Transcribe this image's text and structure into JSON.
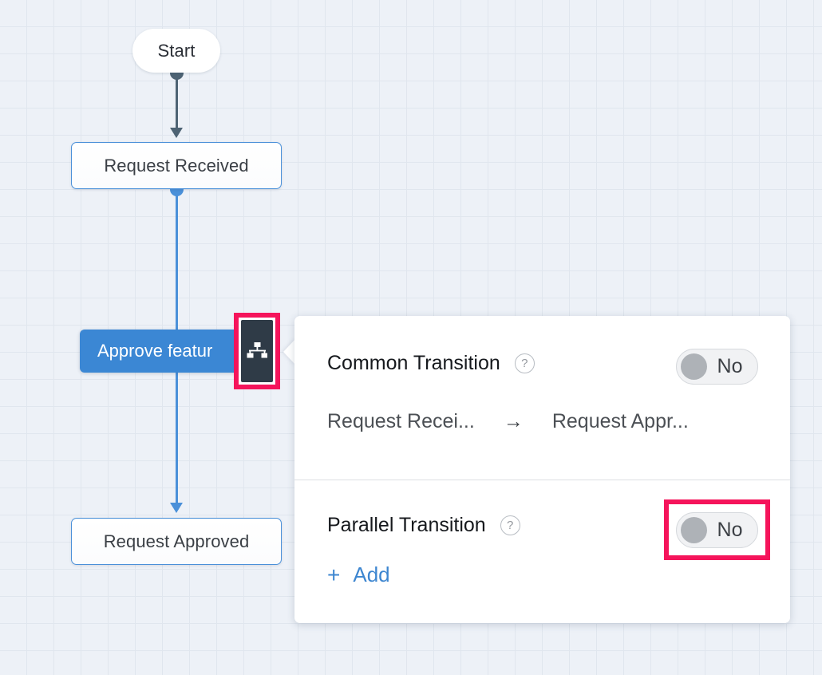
{
  "canvas": {
    "background_color": "#edf1f7",
    "grid_line_color": "#e0e6ee"
  },
  "flow": {
    "nodes": [
      {
        "id": "start",
        "label": "Start",
        "type": "start-pill",
        "selected": false
      },
      {
        "id": "received",
        "label": "Request Received",
        "type": "state-box",
        "selected": false
      },
      {
        "id": "approve",
        "label": "Approve featur",
        "type": "transition-selected",
        "selected": true
      },
      {
        "id": "approved",
        "label": "Request Approved",
        "type": "state-box",
        "selected": false
      }
    ],
    "connector_colors": {
      "start_to_received": "#4e6374",
      "received_to_approved": "#4a90d9"
    },
    "selected_node_color": "#3b87d4",
    "node_border_color": "#4a90d9"
  },
  "icon_chip": {
    "icon": "sitemap-icon",
    "background": "#2f3b47",
    "highlighted": true,
    "highlight_color": "#f5145b"
  },
  "panel": {
    "common": {
      "title": "Common Transition",
      "help_icon": "question-circle-icon",
      "toggle": {
        "value": "No",
        "on": false,
        "highlighted": false
      },
      "transition": {
        "from": "Request Recei...",
        "arrow": "→",
        "to": "Request Appr..."
      }
    },
    "parallel": {
      "title": "Parallel Transition",
      "help_icon": "question-circle-icon",
      "toggle": {
        "value": "No",
        "on": false,
        "highlighted": true,
        "highlight_color": "#f5145b"
      },
      "add_link": {
        "plus": "+",
        "label": "Add",
        "color": "#3d86d0"
      }
    }
  }
}
